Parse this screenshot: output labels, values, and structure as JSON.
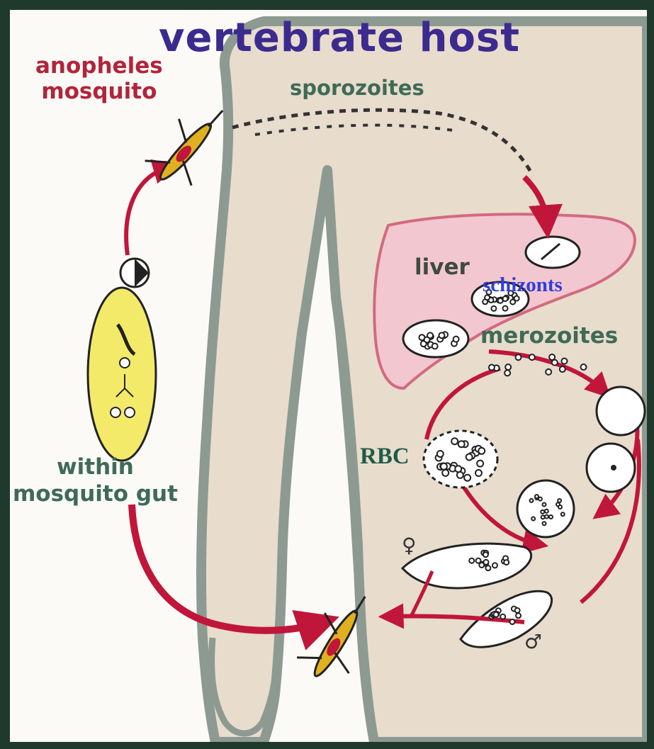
{
  "diagram": {
    "title": "vertebrate host",
    "labels": {
      "mosquito": "anopheles\nmosquito",
      "sporozoites": "sporozoites",
      "liver": "liver",
      "schizonts": "schizonts",
      "merozoites": "merozoites",
      "rbc": "RBC",
      "gut": "within\nmosquito gut"
    },
    "symbols": {
      "female": "♀",
      "male": "♂"
    },
    "colors": {
      "frame": "#1f3a2c",
      "body_fill": "#e8dccd",
      "body_outline": "#8d9a91",
      "liver_fill": "#f3c7cf",
      "liver_outline": "#d36a80",
      "arrow": "#c0163a",
      "gut_fill": "#f3ea6a",
      "title": "#3b2b8f",
      "mosquito_label": "#b2243a",
      "schizonts_label": "#2f3fe0"
    }
  }
}
